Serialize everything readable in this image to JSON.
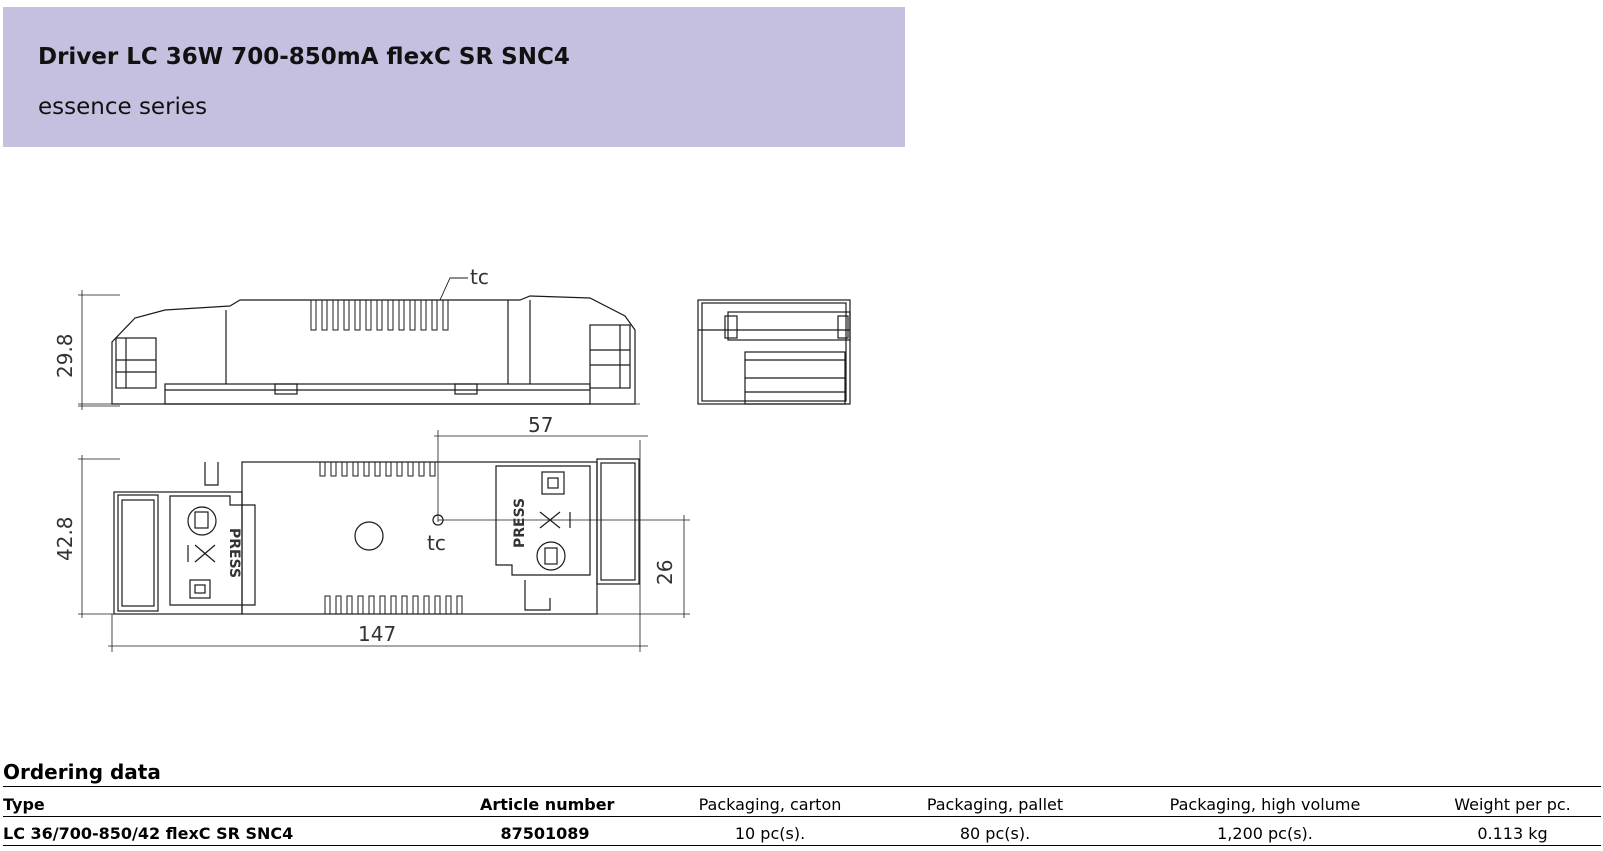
{
  "header": {
    "title": "Driver LC 36W 700-850mA flexC SR SNC4",
    "series": "essence series",
    "band_color": "#c6c0e0"
  },
  "drawing": {
    "dim_height_side": "29.8",
    "dim_width_top": "42.8",
    "dim_length": "147",
    "dim_tc_x": "57",
    "dim_tc_y": "26",
    "tc_label_side": "tc",
    "tc_label_top": "tc",
    "press_label_left": "PRESS",
    "press_label_right": "PRESS"
  },
  "ordering": {
    "section_title": "Ordering data",
    "columns": {
      "type": "Type",
      "article": "Article number",
      "carton": "Packaging, carton",
      "pallet": "Packaging, pallet",
      "high_volume": "Packaging, high volume",
      "weight": "Weight per pc."
    },
    "rows": [
      {
        "type": "LC 36/700-850/42 flexC SR SNC4",
        "article": "87501089",
        "carton": "10 pc(s).",
        "pallet": "80 pc(s).",
        "high_volume": "1,200 pc(s).",
        "weight": "0.113 kg"
      }
    ]
  }
}
